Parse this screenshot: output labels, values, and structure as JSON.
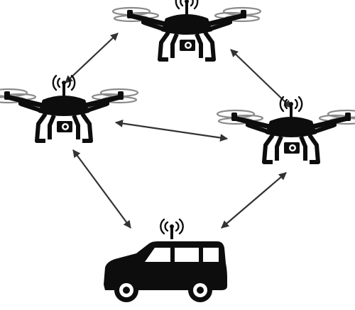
{
  "diagram": {
    "nodes": [
      {
        "id": "drone-top",
        "kind": "drone",
        "icon": "quadcopter-drone-icon",
        "has_camera": true,
        "has_antenna": true
      },
      {
        "id": "drone-left",
        "kind": "drone",
        "icon": "quadcopter-drone-icon",
        "has_camera": true,
        "has_antenna": true
      },
      {
        "id": "drone-right",
        "kind": "drone",
        "icon": "quadcopter-drone-icon",
        "has_camera": true,
        "has_antenna": true
      },
      {
        "id": "ground-vehicle",
        "kind": "vehicle",
        "icon": "suv-car-icon",
        "has_antenna": true
      }
    ],
    "links": [
      {
        "from": "drone-top",
        "to": "drone-left",
        "direction": "bidirectional"
      },
      {
        "from": "drone-top",
        "to": "drone-right",
        "direction": "bidirectional"
      },
      {
        "from": "drone-left",
        "to": "drone-right",
        "direction": "bidirectional"
      },
      {
        "from": "drone-left",
        "to": "ground-vehicle",
        "direction": "bidirectional"
      },
      {
        "from": "drone-right",
        "to": "ground-vehicle",
        "direction": "bidirectional"
      }
    ],
    "colors": {
      "silhouette": "#0d0d0d",
      "arrow": "#333333",
      "rotor_blur": "#8a8a8a",
      "background": "#ffffff"
    }
  }
}
